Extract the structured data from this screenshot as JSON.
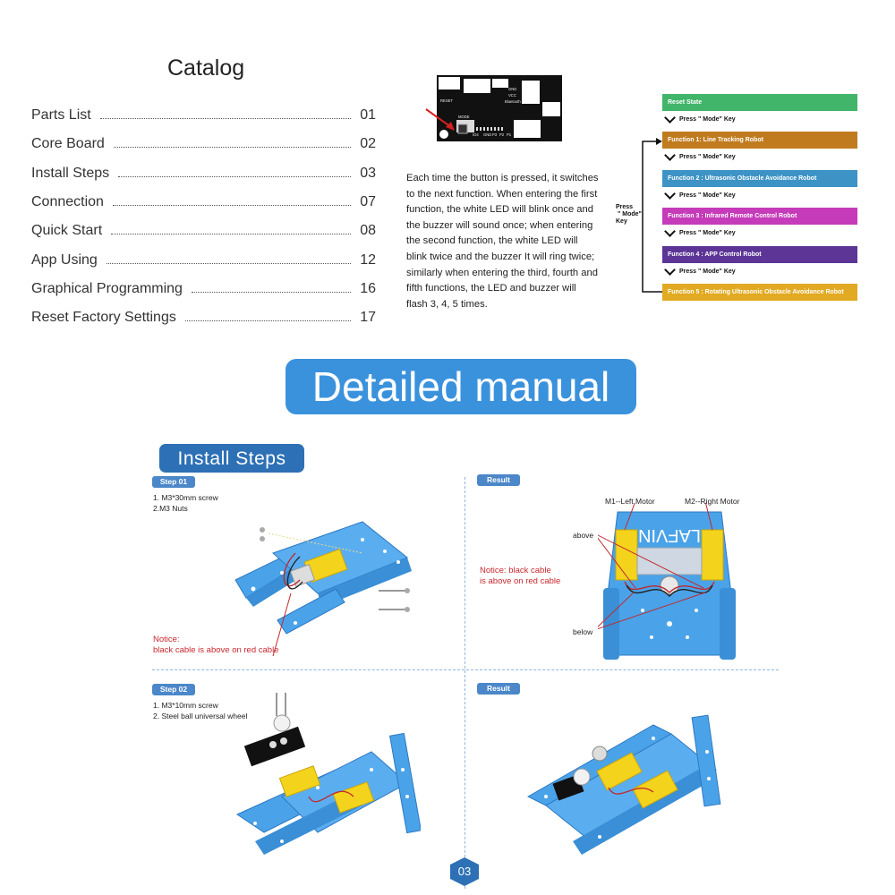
{
  "catalog": {
    "title": "Catalog",
    "items": [
      {
        "label": "Parts List",
        "page": "01"
      },
      {
        "label": "Core Board",
        "page": "02"
      },
      {
        "label": "Install Steps",
        "page": "03"
      },
      {
        "label": "Connection",
        "page": "07"
      },
      {
        "label": "Quick Start",
        "page": "08"
      },
      {
        "label": "App Using",
        "page": "12"
      },
      {
        "label": "Graphical Programming",
        "page": "16"
      },
      {
        "label": "Reset Factory Settings",
        "page": "17"
      }
    ]
  },
  "board": {
    "labels": [
      "RESET",
      "MODE",
      "GND",
      "VCC",
      "Bluetooth",
      "IO4",
      "GND",
      "P3",
      "P2",
      "P1"
    ]
  },
  "description": "Each time the button is pressed, it switches to the next function. When entering the first function, the white LED will blink once and the buzzer will sound once; when entering the second function, the white LED will blink twice and the buzzer It will ring twice; similarly when entering the third, fourth and fifth functions, the LED and buzzer will flash 3, 4, 5 times.",
  "flow": {
    "side_label_1": "Press",
    "side_label_2": "\" Mode\"",
    "side_label_3": "Key",
    "key_label": "Press \" Mode\" Key",
    "states": [
      {
        "label": "Reset State",
        "color": "#41b56a"
      },
      {
        "label": "Function 1: Line Tracking Robot",
        "color": "#c17b1f"
      },
      {
        "label": "Function 2 : Ultrasonic Obstacle Avoidance Robot",
        "color": "#3d93c5"
      },
      {
        "label": "Function 3 : Infrared Remote Control Robot",
        "color": "#c53bb9"
      },
      {
        "label": "Function 4 : APP Control Robot",
        "color": "#5c3596"
      },
      {
        "label": "Function 5 : Rotating Ultrasonic Obstacle Avoidance Robot",
        "color": "#e1aa22"
      }
    ]
  },
  "banner": "Detailed manual",
  "install_tag": "Install Steps",
  "step1": {
    "tag": "Step 01",
    "line1": "1. M3*30mm screw",
    "line2": "2.M3 Nuts",
    "notice1": "Notice:",
    "notice2": "black cable is above on red cable"
  },
  "result1": {
    "tag": "Result",
    "notice1": "Notice: black cable",
    "notice2": "is above on red cable",
    "m1": "M1--Left Motor",
    "m2": "M2--Right Motor",
    "above": "above",
    "below": "below",
    "plate_text": "LAFVIN"
  },
  "step2": {
    "tag": "Step 02",
    "line1": "1. M3*10mm screw",
    "line2": "2. Steel ball universal wheel"
  },
  "result2": {
    "tag": "Result"
  },
  "page_number": "03",
  "colors": {
    "blue_chassis": "#4aa3e8",
    "dark_blue": "#2d70b5",
    "motor_yellow": "#f4d31c"
  }
}
